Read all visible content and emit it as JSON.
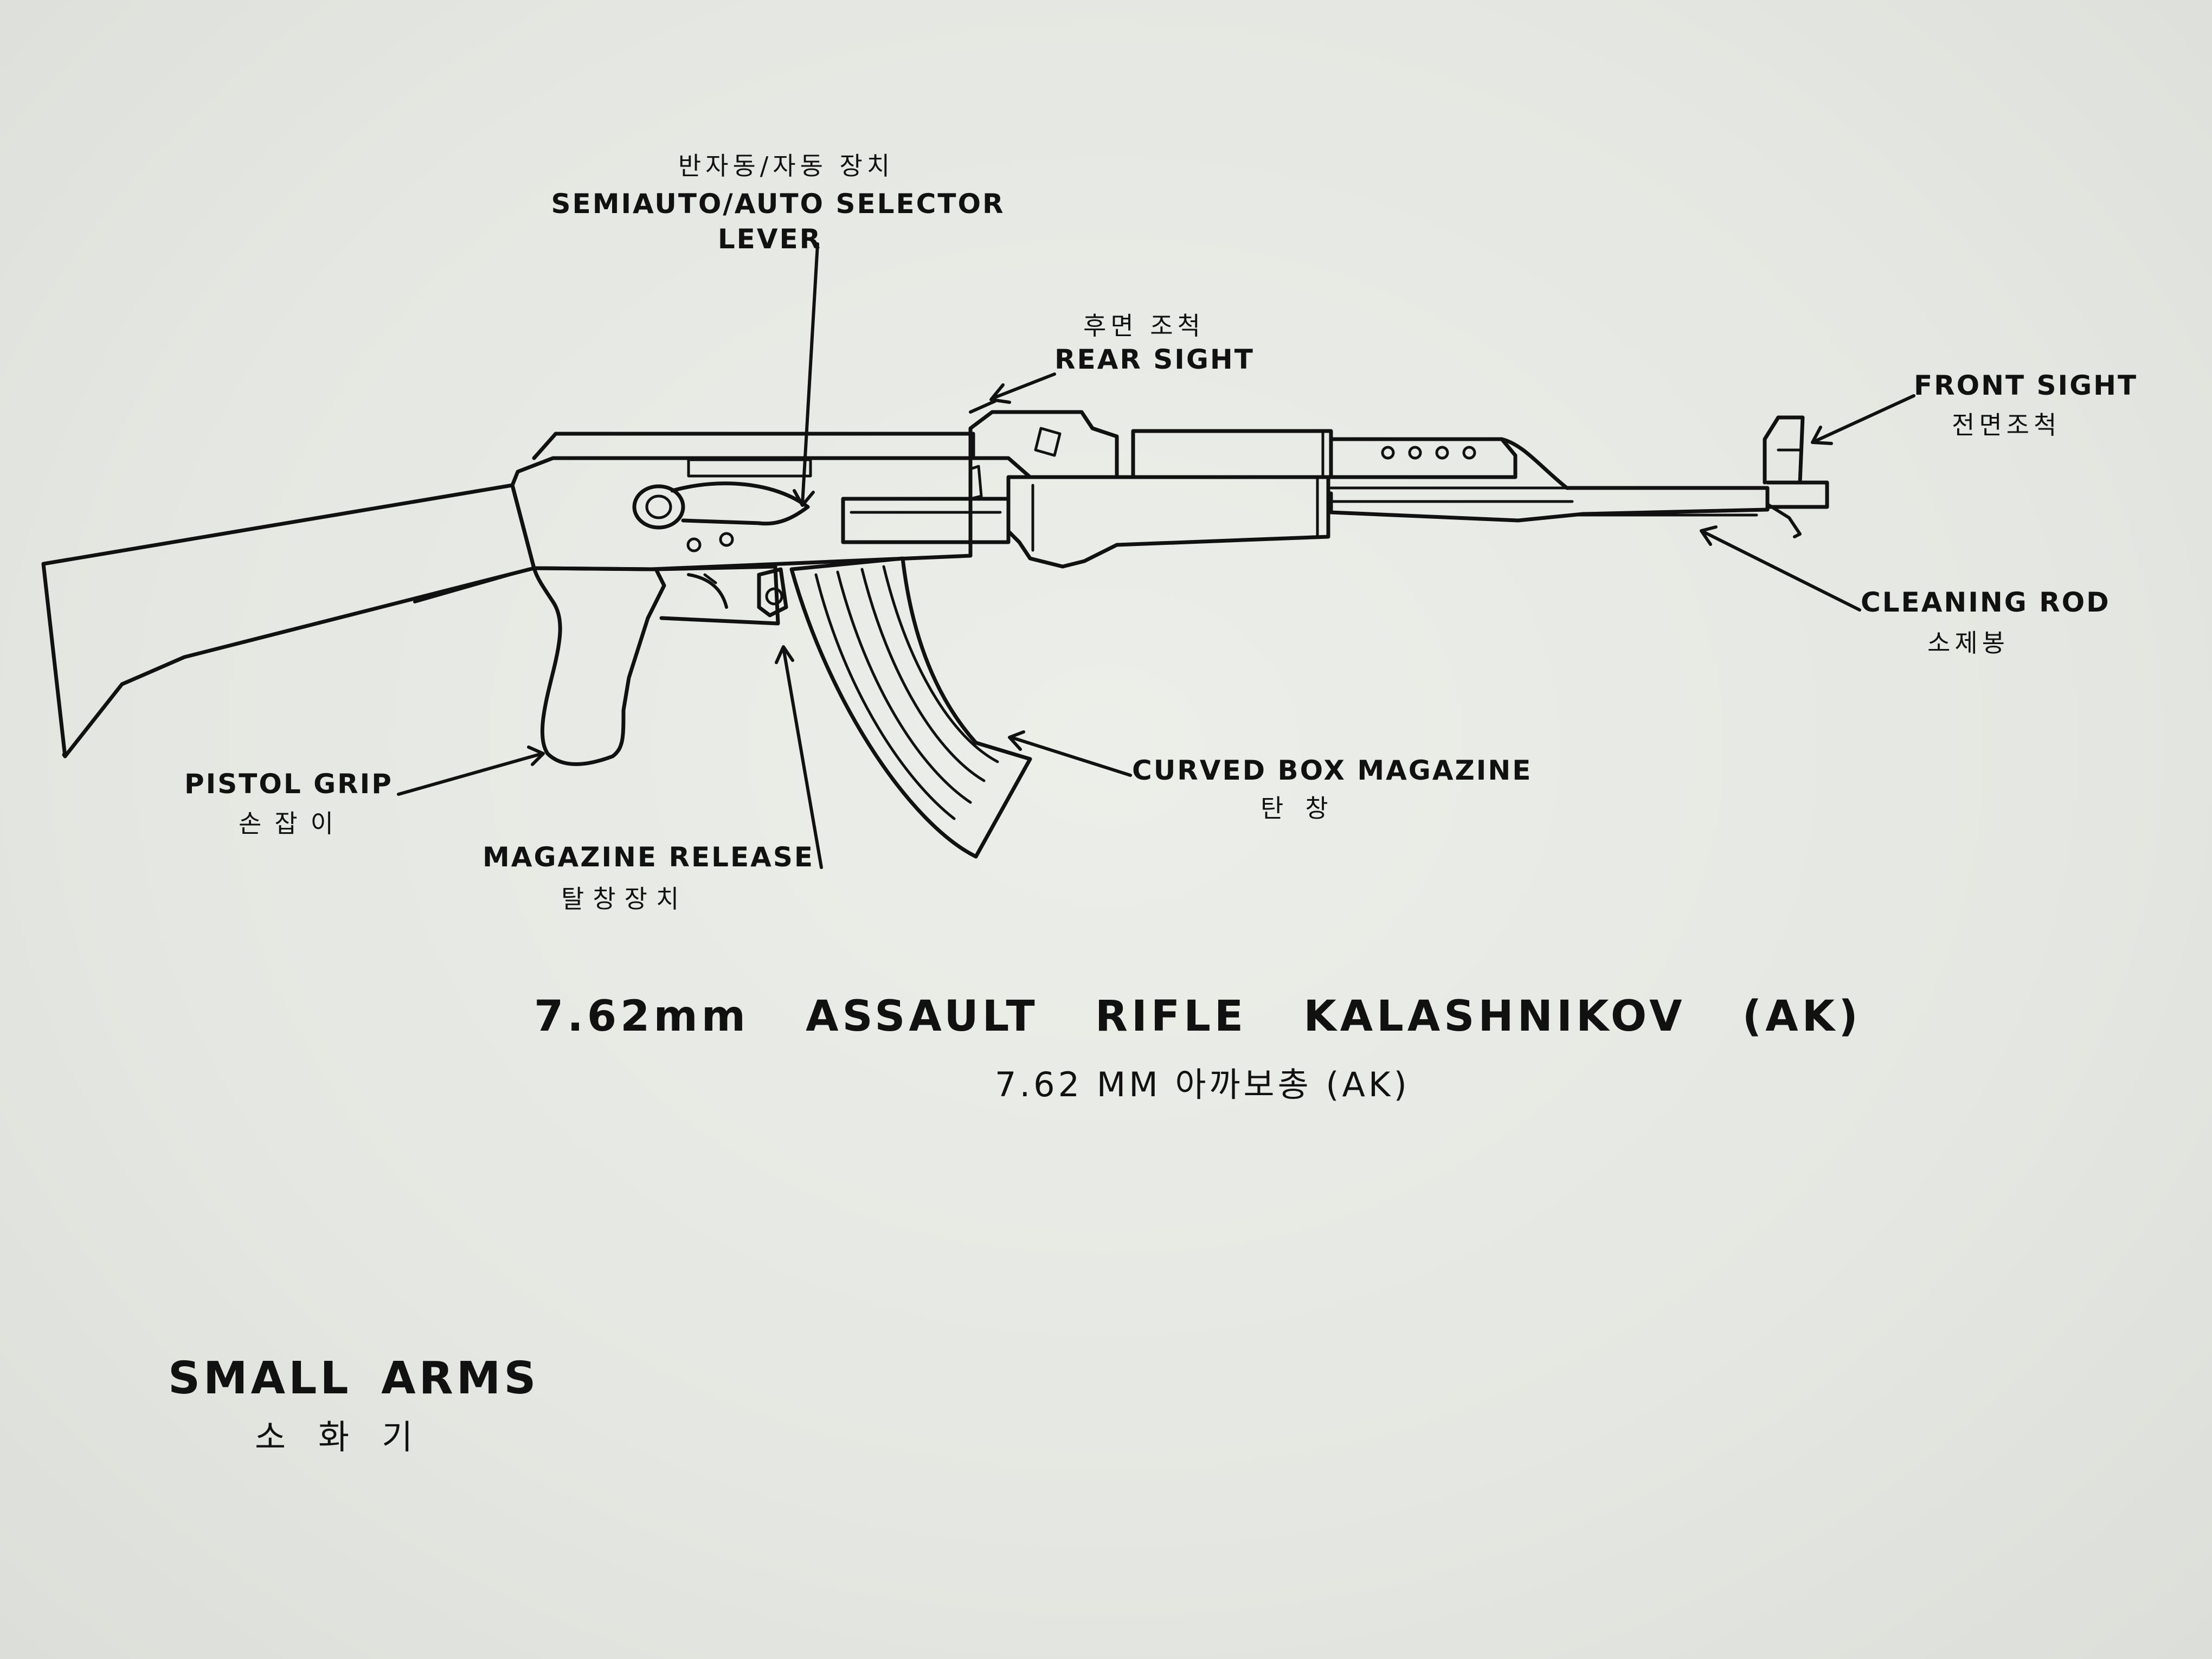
{
  "labels": {
    "selector": {
      "ko": "반자동/자동 장치",
      "en_line1": "SEMIAUTO/AUTO SELECTOR",
      "en_line2": "LEVER"
    },
    "rear_sight": {
      "ko": "후면 조척",
      "en": "REAR SIGHT"
    },
    "front_sight": {
      "en": "FRONT SIGHT",
      "ko": "전면조척"
    },
    "cleaning_rod": {
      "en": "CLEANING ROD",
      "ko": "소제봉"
    },
    "pistol_grip": {
      "en": "PISTOL GRIP",
      "ko": "손잡이"
    },
    "magazine_release": {
      "en": "MAGAZINE RELEASE",
      "ko": "탈창장치"
    },
    "curved_box_magazine": {
      "en": "CURVED BOX MAGAZINE",
      "ko": "탄창"
    }
  },
  "caption": {
    "title": "7.62mm ASSAULT RIFLE KALASHNIKOV (AK)",
    "subtitle": "7.62 MM 아까보총 (AK)"
  },
  "section": {
    "title": "SMALL ARMS",
    "ko": "소화기"
  },
  "colors": {
    "ink": "#111111",
    "paper": "#e9eae6"
  }
}
